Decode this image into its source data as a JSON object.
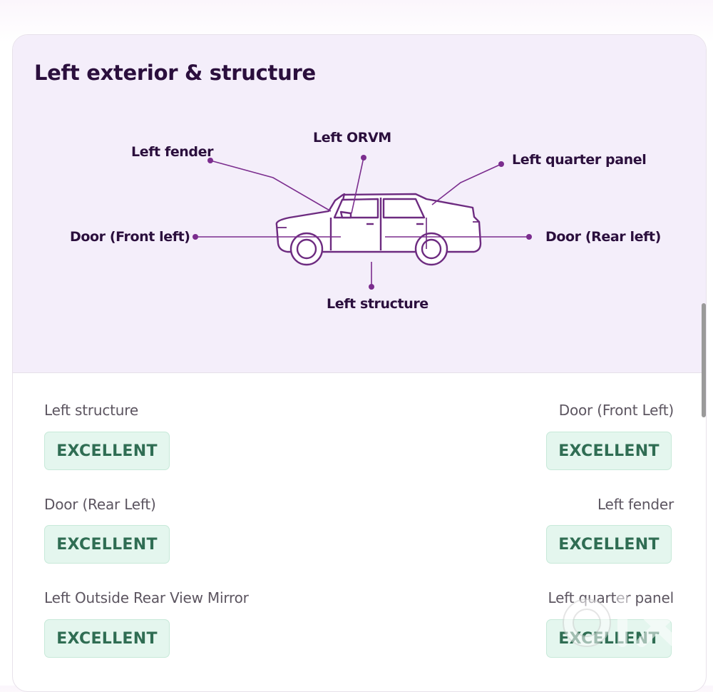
{
  "section": {
    "title": "Left exterior & structure"
  },
  "diagram": {
    "labels": {
      "left_fender": "Left fender",
      "left_orvm": "Left ORVM",
      "left_quarter_panel": "Left quarter panel",
      "door_front_left": "Door (Front left)",
      "door_rear_left": "Door (Rear left)",
      "left_structure": "Left structure"
    },
    "accent_color": "#7b2d8e"
  },
  "items": [
    {
      "label": "Left structure",
      "status": "EXCELLENT"
    },
    {
      "label": "Door (Front Left)",
      "status": "EXCELLENT"
    },
    {
      "label": "Door (Rear Left)",
      "status": "EXCELLENT"
    },
    {
      "label": "Left fender",
      "status": "EXCELLENT"
    },
    {
      "label": "Left Outside Rear View Mirror",
      "status": "EXCELLENT"
    },
    {
      "label": "Left quarter panel",
      "status": "EXCELLENT"
    }
  ],
  "watermark": {
    "brand": "olx",
    "icon": "olx-logo-icon"
  },
  "colors": {
    "title": "#2b0f3d",
    "badge_bg": "#e4f6ee",
    "badge_text": "#2f6d53",
    "diagram_bg": "#f4eefa"
  }
}
